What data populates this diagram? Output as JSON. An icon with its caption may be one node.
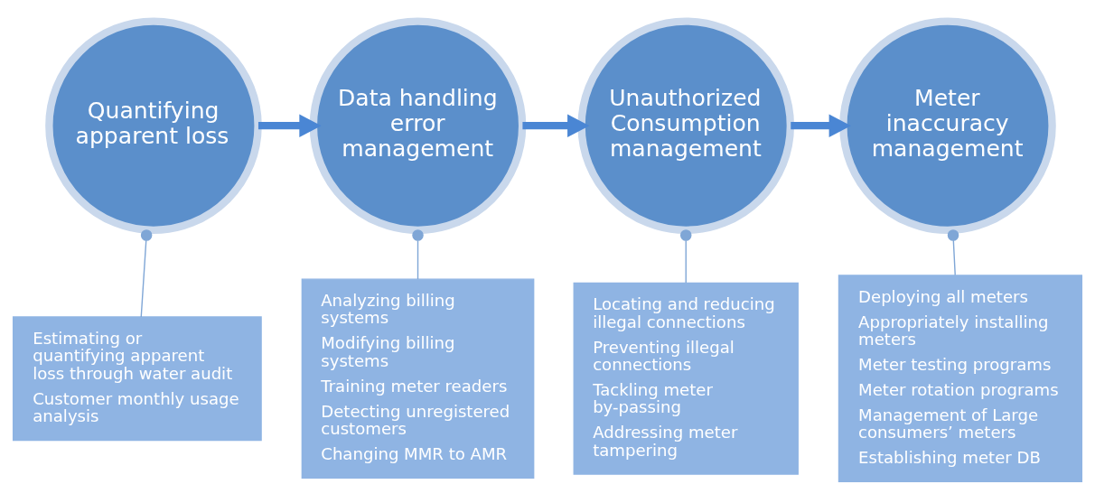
{
  "diagram": {
    "nodes": [
      {
        "text": [
          "Quantifying apparent loss"
        ]
      },
      {
        "text": [
          "Data handling error management"
        ]
      },
      {
        "text": [
          "Unauthorized Consumption management"
        ]
      },
      {
        "text": [
          "Meter inaccuracy management"
        ]
      },
      {
        "text": [
          "Estimating or quantifying apparent loss through water audit",
          "Customer monthly usage analysis"
        ]
      },
      {
        "text": [
          "Analyzing billing systems",
          "Modifying billing systems",
          "Training meter readers",
          "Detecting unregistered customers",
          "Changing MMR to AMR"
        ]
      },
      {
        "text": [
          "Locating and reducing illegal connections",
          "Preventing illegal connections",
          "Tackling meter by-passing",
          "Addressing meter tampering"
        ]
      },
      {
        "text": [
          "Deploying all meters",
          "Appropriately installing meters",
          "Meter testing programs",
          "Meter rotation programs",
          "Management of Large consumers’ meters",
          "Establishing meter DB"
        ]
      }
    ],
    "edges": [
      {
        "from": 0,
        "to": 1,
        "arrow": "to",
        "style": "thick"
      },
      {
        "from": 1,
        "to": 2,
        "arrow": "to",
        "style": "thick"
      },
      {
        "from": 2,
        "to": 3,
        "arrow": "to",
        "style": "thick"
      },
      {
        "from": 0,
        "to": 4,
        "arrow": "other"
      },
      {
        "from": 1,
        "to": 5,
        "arrow": "other"
      },
      {
        "from": 2,
        "to": 6,
        "arrow": "other"
      },
      {
        "from": 3,
        "to": 7,
        "arrow": "other"
      }
    ]
  }
}
